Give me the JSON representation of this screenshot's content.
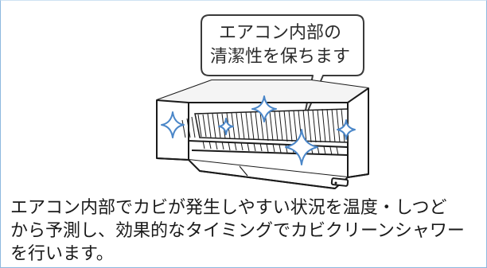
{
  "callout": {
    "line1": "エアコン内部の",
    "line2": "清潔性を保ちます"
  },
  "description": {
    "line1": "エアコン内部でカビが発生しやすい状況を温度・しつど",
    "line2": "から予測し、効果的なタイミングでカビクリーンシャワー",
    "line3": "を行います。"
  },
  "colors": {
    "frame": "#8db8df",
    "sparkle": "#4a86c8",
    "outline": "#1a1a1a"
  },
  "icons": [
    "sparkle-icon"
  ]
}
